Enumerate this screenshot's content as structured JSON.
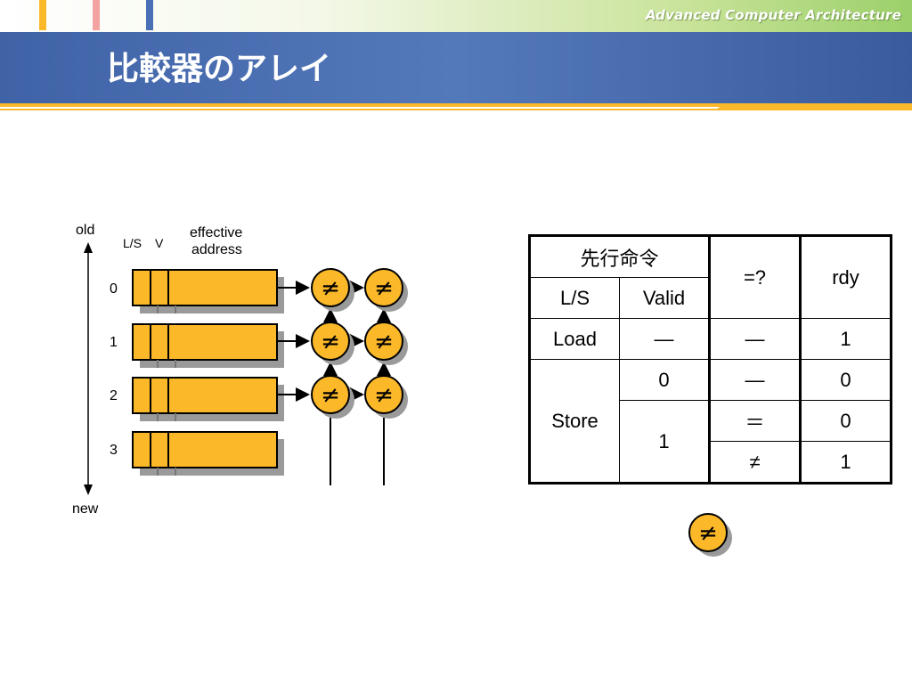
{
  "brand": "Advanced Computer Architecture",
  "title": "比較器のアレイ",
  "colors": {
    "accent_yellow": "#fbb829",
    "accent_pink": "#f4a3a3",
    "accent_blue": "#4a6fb5",
    "title_band": "#4a6fb5",
    "register_fill": "#fbb829",
    "comparator_fill": "#fbb829",
    "shadow": "#9a9a9a"
  },
  "diagram": {
    "old_label": "old",
    "new_label": "new",
    "ls_label": "L/S",
    "v_label": "V",
    "effective_label": "effective",
    "address_label": "address",
    "row_labels": [
      "0",
      "1",
      "2",
      "3"
    ],
    "comparator_symbol": "≠"
  },
  "table": {
    "header_group": "先行命令",
    "col_ls": "L/S",
    "col_valid": "Valid",
    "col_eq": "=?",
    "col_rdy": "rdy",
    "rows": [
      {
        "ls": "Load",
        "valid": "—",
        "eq": "—",
        "rdy": "1"
      },
      {
        "ls": "Store",
        "valid": "0",
        "eq": "—",
        "rdy": "0"
      },
      {
        "valid": "1",
        "eq": "＝",
        "rdy": "0"
      },
      {
        "eq": "≠",
        "rdy": "1"
      }
    ]
  },
  "legend_symbol": "≠"
}
